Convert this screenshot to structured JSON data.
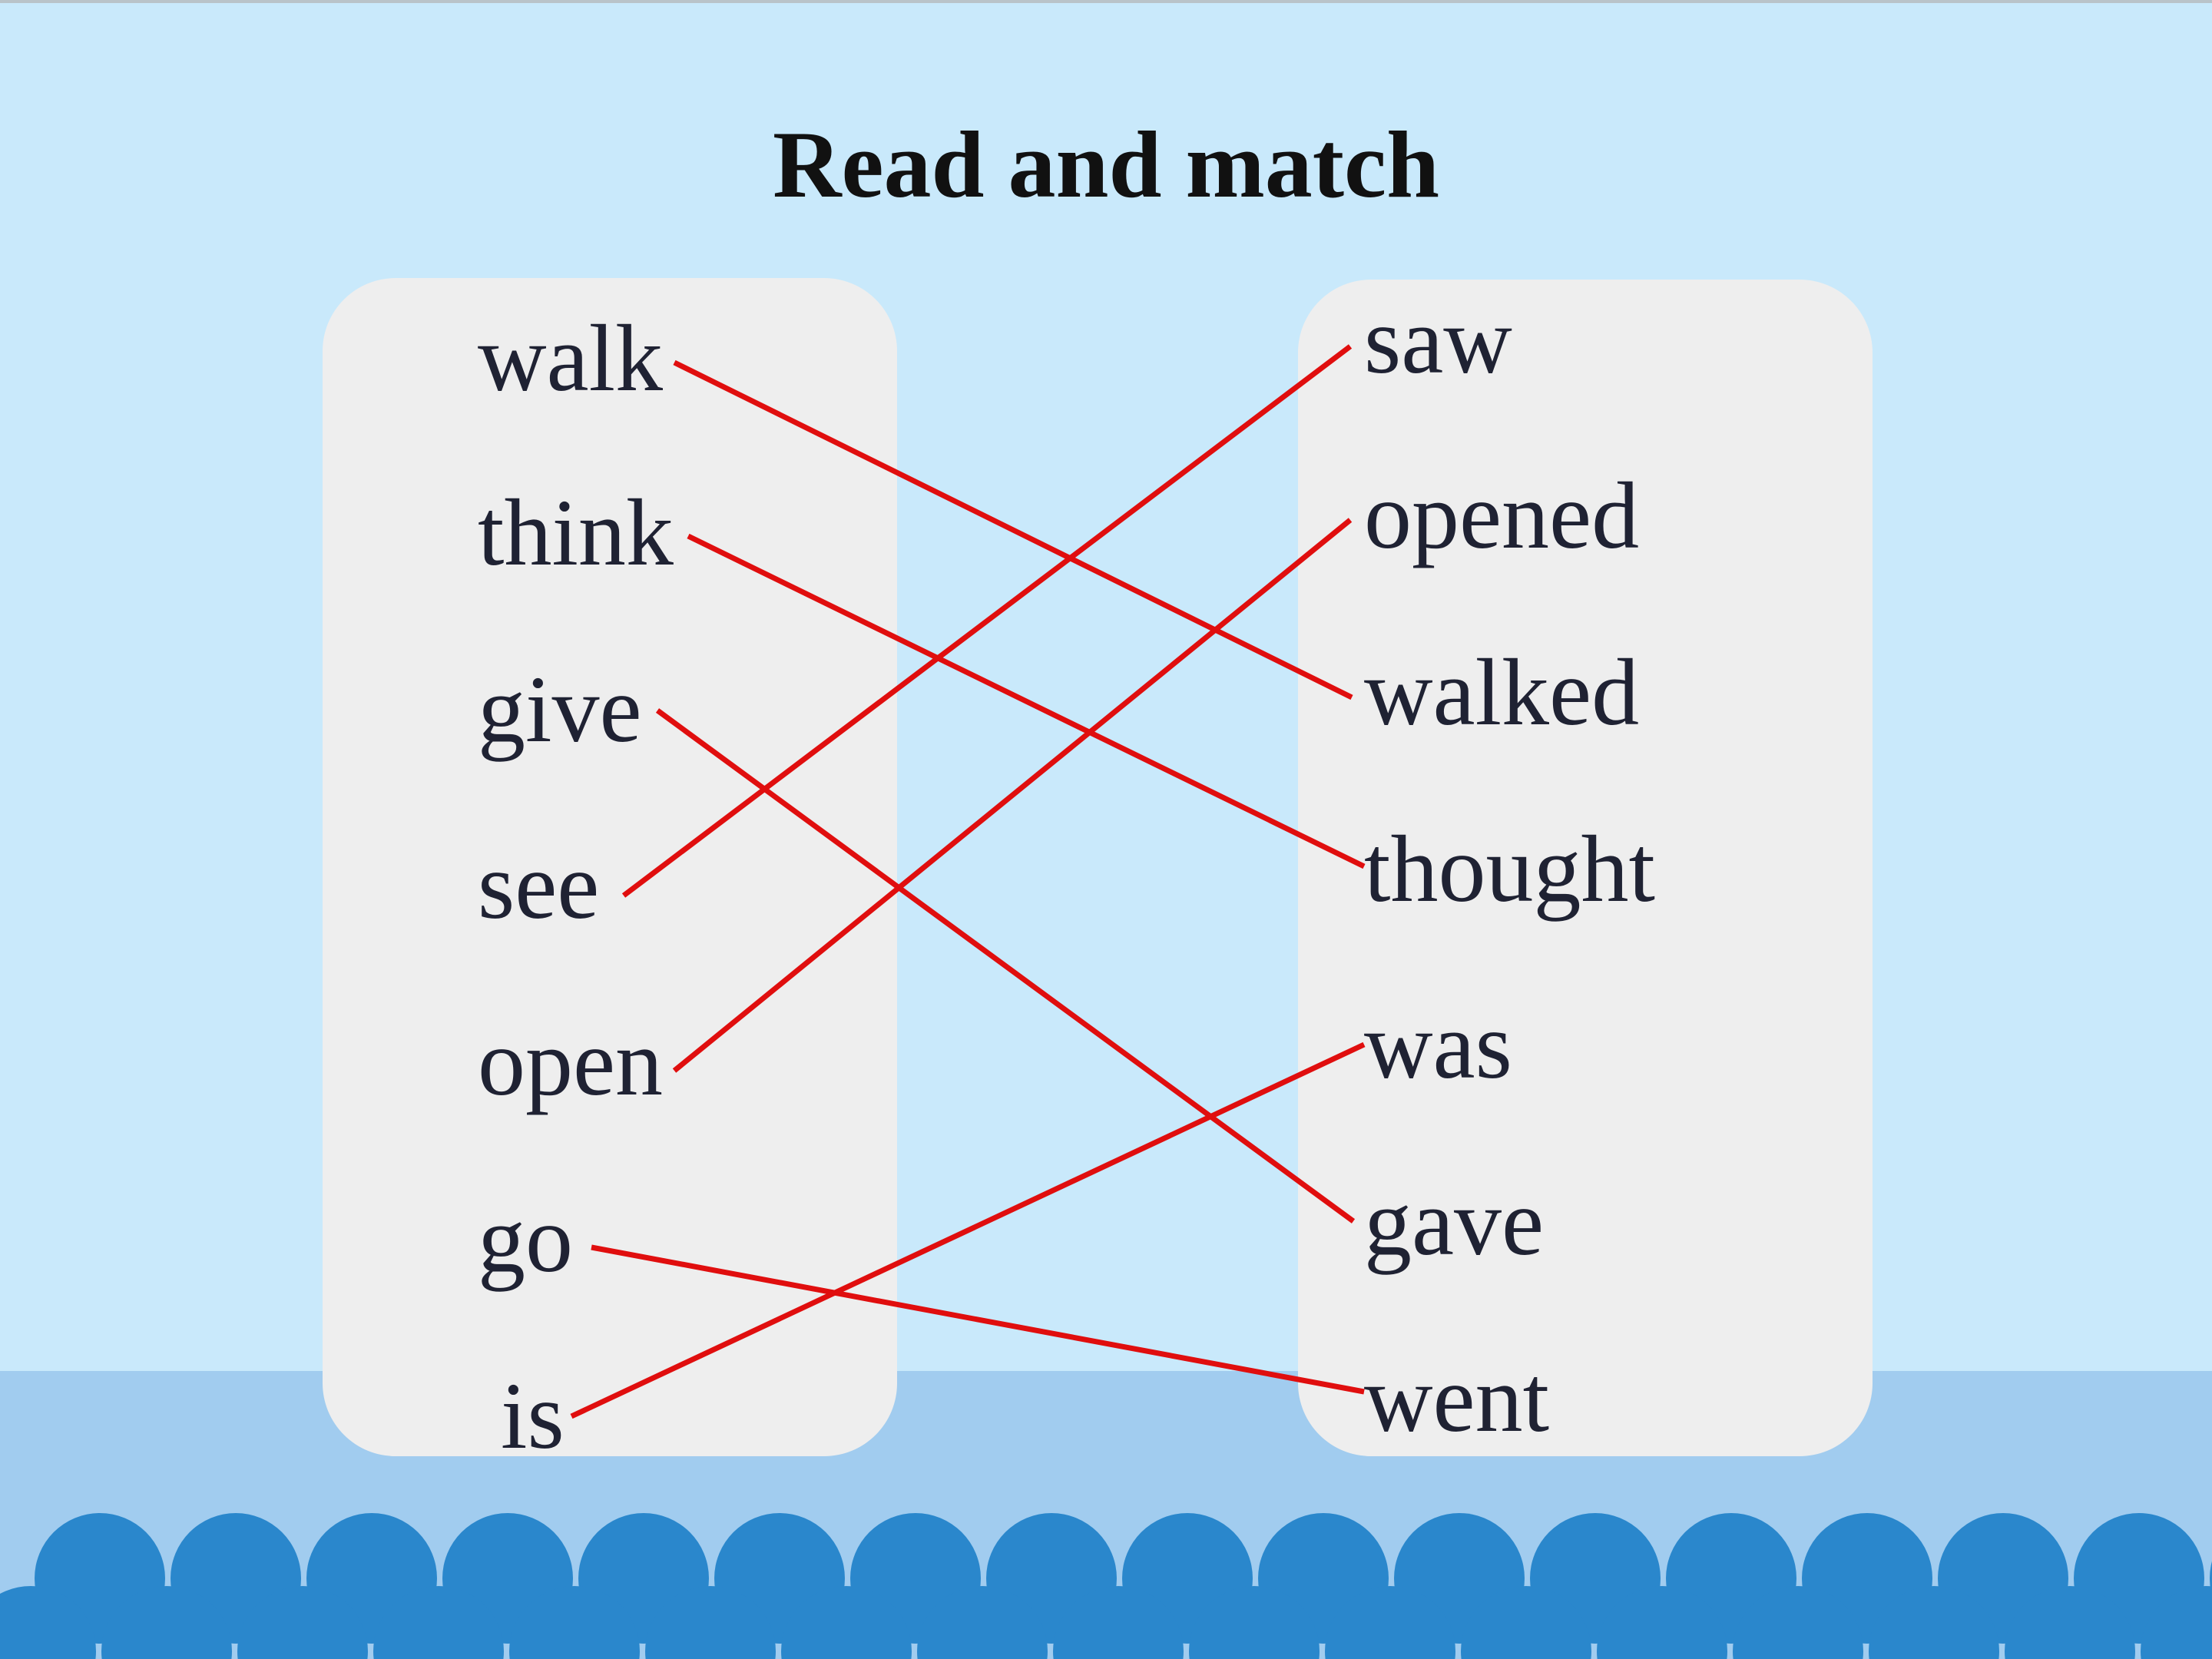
{
  "title": "Read and match",
  "left_words": [
    "walk",
    "think",
    "give",
    "see",
    "open",
    "go",
    "is"
  ],
  "right_words": [
    "saw",
    "opened",
    "walked",
    "thought",
    "was",
    "gave",
    "went"
  ],
  "matches": [
    {
      "left": "walk",
      "right": "walked"
    },
    {
      "left": "think",
      "right": "thought"
    },
    {
      "left": "give",
      "right": "gave"
    },
    {
      "left": "see",
      "right": "saw"
    },
    {
      "left": "open",
      "right": "opened"
    },
    {
      "left": "go",
      "right": "went"
    },
    {
      "left": "is",
      "right": "was"
    }
  ],
  "colors": {
    "background": "#c9e9fb",
    "ground": "#a1ccef",
    "panel": "#eeeeee",
    "match_line": "#e00e0e",
    "waves": "#2a87cc",
    "text": "#1f2233"
  }
}
